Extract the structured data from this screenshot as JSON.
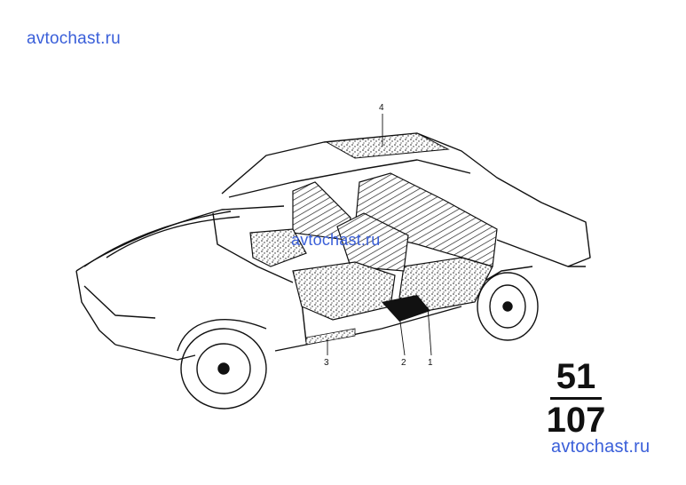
{
  "watermarks": {
    "top_left": "avtochast.ru",
    "center": "avtochast.ru",
    "bottom_right": "avtochast.ru"
  },
  "callouts": [
    {
      "id": "1",
      "text": "1"
    },
    {
      "id": "2",
      "text": "2"
    },
    {
      "id": "3",
      "text": "3"
    },
    {
      "id": "4",
      "text": "4"
    }
  ],
  "page_ref": {
    "group": "51",
    "page": "107"
  },
  "colors": {
    "watermark": "#3a5fd9",
    "line": "#111111"
  }
}
